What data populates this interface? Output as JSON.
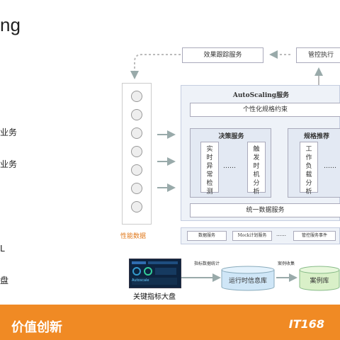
{
  "slide": {
    "title_fragment": "ng",
    "side_lines_1": [
      "业务",
      "业务"
    ],
    "side_lines_2": [
      "L",
      "盘"
    ],
    "banner_text": "价值创新",
    "logo_text": "IT168"
  },
  "diagram": {
    "effect_service": "效果跟踪服务",
    "control_service": "管控执行",
    "autoscaling_title": "AutoScaling服务",
    "personal_constraint": "个性化规格约束",
    "decision_title": "决策服务",
    "decision_items": [
      "实时异常检测",
      "触发时机分析"
    ],
    "spec_title": "规格推荐",
    "spec_items": [
      "工作负载分析"
    ],
    "ellipsis": "……",
    "unified_data": "统一数据服务",
    "perf_label": "性能数据",
    "data_row": [
      "数据服务",
      "Mock计划服务",
      "……",
      "管控服务事件"
    ],
    "row_ellipsis": "……",
    "dashboard_label": "关键指标大盘",
    "dashboard_tag": "Autoscale",
    "metric_calc": "指标数据统计",
    "case_collect": "案例收集",
    "runtime_db": "运行时信息库",
    "case_db": "案例库"
  },
  "colors": {
    "banner": "#f08a24",
    "db_blue": "#cfe6f7",
    "db_green": "#d9f0c8",
    "arrow": "#8a9"
  }
}
